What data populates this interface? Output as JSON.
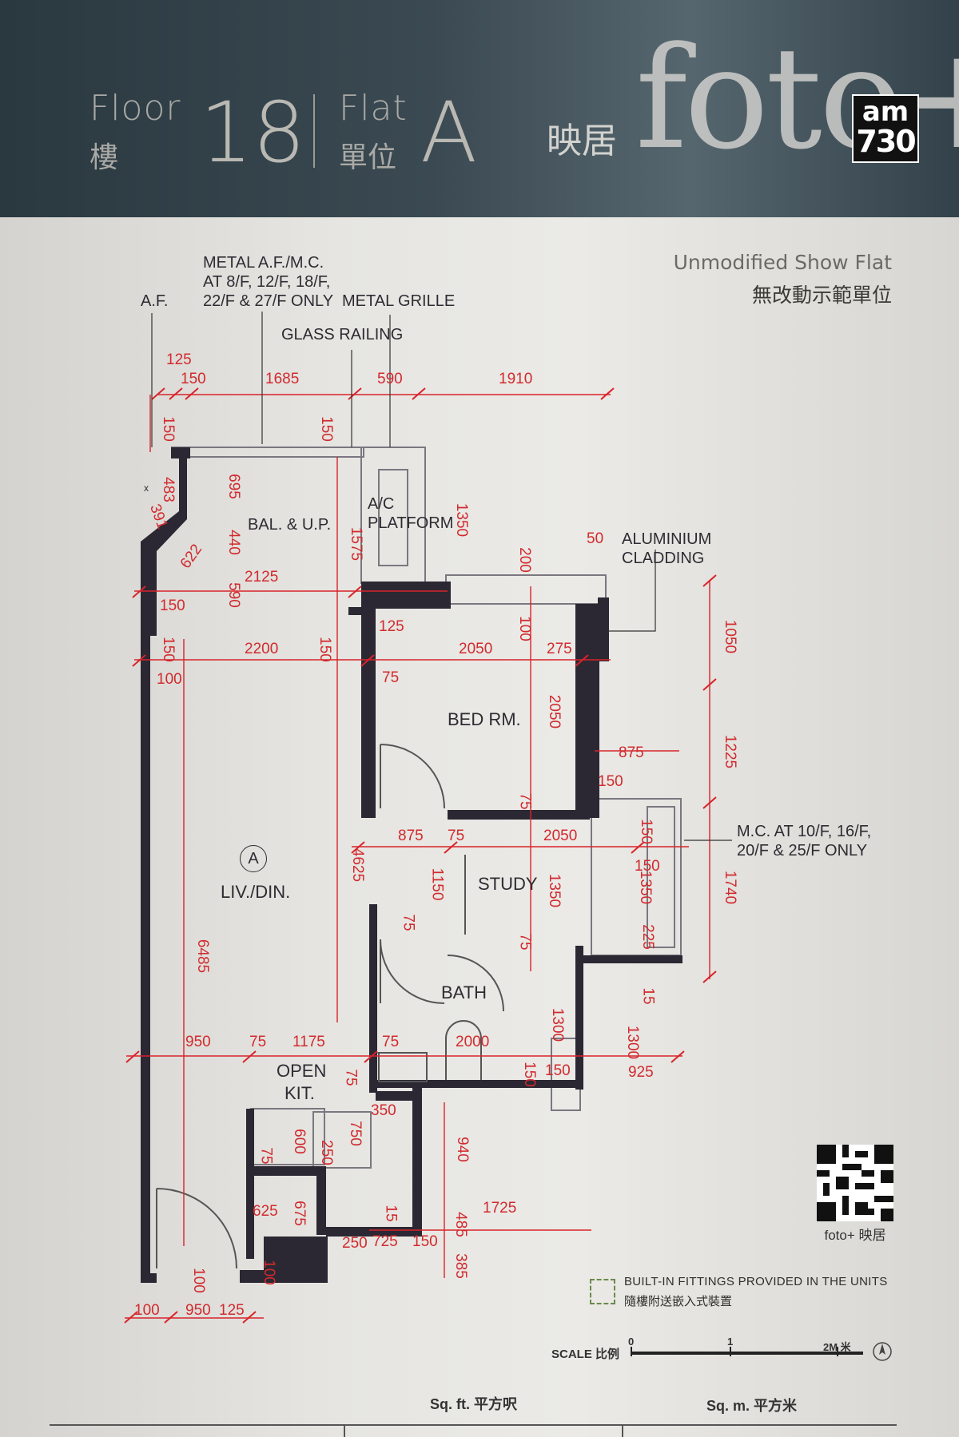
{
  "header": {
    "floor_en": "Floor",
    "floor_zh": "樓",
    "floor_no": "18",
    "flat_en": "Flat",
    "flat_zh": "單位",
    "flat_no": "A",
    "brand_zh": "映居",
    "brand_en": "foto+",
    "badge_top": "am",
    "badge_bottom": "730"
  },
  "show_flat": {
    "en": "Unmodified Show Flat",
    "zh": "無改動示範單位"
  },
  "rooms": {
    "balcony": "BAL. & U.P.",
    "ac1": "A/C",
    "ac2": "PLATFORM",
    "bedroom": "BED RM.",
    "living": "LIV./DIN.",
    "study": "STUDY",
    "bath": "BATH",
    "kit1": "OPEN",
    "kit2": "KIT.",
    "circle": "A"
  },
  "notes": {
    "af": "A.F.",
    "metal1": "METAL A.F./M.C.",
    "metal2": "AT 8/F, 12/F, 18/F,",
    "metal3": "22/F & 27/F ONLY",
    "grille": "METAL GRILLE",
    "glass": "GLASS RAILING",
    "alu1": "ALUMINIUM",
    "alu2": "CLADDING",
    "mc1": "M.C. AT 10/F, 16/F,",
    "mc2": "20/F & 25/F ONLY",
    "x": "x"
  },
  "dimensions": {
    "d125t": "125",
    "d150t": "150",
    "d1685": "1685",
    "d590t": "590",
    "d1910": "1910",
    "d150v": "150",
    "d150g": "150",
    "d483": "483",
    "d391": "391",
    "d695": "695",
    "d440": "440",
    "d622": "622",
    "d1575": "1575",
    "d1350": "1350",
    "d2125": "2125",
    "d590v": "590",
    "d150b": "150",
    "d200": "200",
    "d50": "50",
    "d150l": "150",
    "d2200": "2200",
    "d150m": "150",
    "d125b": "125",
    "d100a": "100",
    "d2050h": "2050",
    "d275": "275",
    "d1050": "1050",
    "d100l": "100",
    "d75a": "75",
    "d2050v": "2050",
    "d1225": "1225",
    "d875a": "875",
    "d150c": "150",
    "d75b": "75",
    "d875b": "875",
    "d75c": "75",
    "d2050s": "2050",
    "d4625": "4625",
    "d1150": "1150",
    "d1350s": "1350",
    "d150r": "150",
    "d150r2": "150",
    "d1350r": "1350",
    "d1740": "1740",
    "d75d": "75",
    "d75e": "75",
    "d225": "225",
    "d6485": "6485",
    "d15a": "15",
    "d1300v": "1300",
    "d1300b": "1300",
    "d950": "950",
    "d75f": "75",
    "d1175": "1175",
    "d75g": "75",
    "d2000": "2000",
    "d150h": "150",
    "d150k": "150",
    "d925": "925",
    "d75h": "75",
    "d350": "350",
    "d940": "940",
    "d600": "600",
    "d250a": "250",
    "d750": "750",
    "d75i": "75",
    "d625": "625",
    "d675": "675",
    "d15b": "15",
    "d1725": "1725",
    "d485": "485",
    "d250b": "250",
    "d725": "725",
    "d150j": "150",
    "d385": "385",
    "d100b": "100",
    "d100c": "100",
    "d950b": "950",
    "d125c": "125"
  },
  "qr_caption": "foto+ 映居",
  "legend": {
    "en": "BUILT-IN FITTINGS PROVIDED IN THE UNITS",
    "zh": "隨樓附送嵌入式裝置"
  },
  "scale": {
    "label": "SCALE 比例",
    "t0": "0",
    "t1": "1",
    "t2": "2M 米"
  },
  "area": {
    "sqft": "Sq. ft. 平方呎",
    "sqm": "Sq. m. 平方米"
  },
  "colors": {
    "wall": "#2b2833",
    "dimension": "#d9232a",
    "header_bg": "#3b4a52"
  }
}
